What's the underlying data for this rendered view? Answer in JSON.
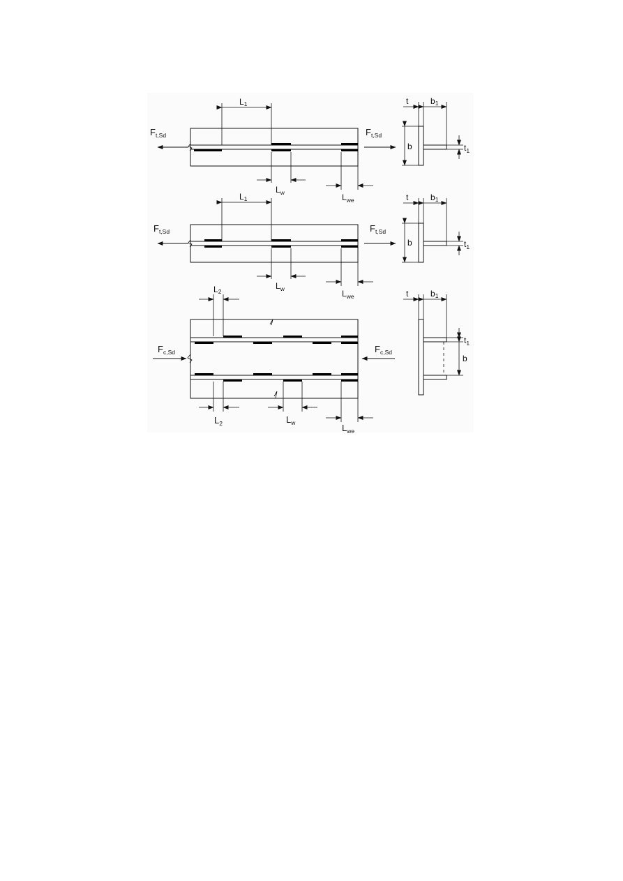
{
  "figure": {
    "panels": [
      {
        "force_left": "F",
        "force_left_sub": "t,Sd",
        "force_right": "F",
        "force_right_sub": "t,Sd",
        "dim_spacing": "L",
        "dim_spacing_sub": "1",
        "dim_weld": "L",
        "dim_weld_sub": "w",
        "dim_end_weld": "L",
        "dim_end_weld_sub": "we",
        "section_t": "t",
        "section_b1": "b",
        "section_b1_sub": "1",
        "section_b": "b",
        "section_t1": "t",
        "section_t1_sub": "1"
      },
      {
        "force_left": "F",
        "force_left_sub": "t,Sd",
        "force_right": "F",
        "force_right_sub": "t,Sd",
        "dim_spacing": "L",
        "dim_spacing_sub": "1",
        "dim_weld": "L",
        "dim_weld_sub": "w",
        "dim_end_weld": "L",
        "dim_end_weld_sub": "we",
        "section_t": "t",
        "section_b1": "b",
        "section_b1_sub": "1",
        "section_b": "b",
        "section_t1": "t",
        "section_t1_sub": "1"
      },
      {
        "force_left": "F",
        "force_left_sub": "c,Sd",
        "force_right": "F",
        "force_right_sub": "c,Sd",
        "dim_spacing_top": "L",
        "dim_spacing_top_sub": "2",
        "dim_spacing_bottom": "L",
        "dim_spacing_bottom_sub": "2",
        "dim_weld": "L",
        "dim_weld_sub": "w",
        "dim_end_weld": "L",
        "dim_end_weld_sub": "we",
        "section_t": "t",
        "section_b1": "b",
        "section_b1_sub": "1",
        "section_b": "b",
        "section_t1": "t",
        "section_t1_sub": "1"
      }
    ]
  }
}
